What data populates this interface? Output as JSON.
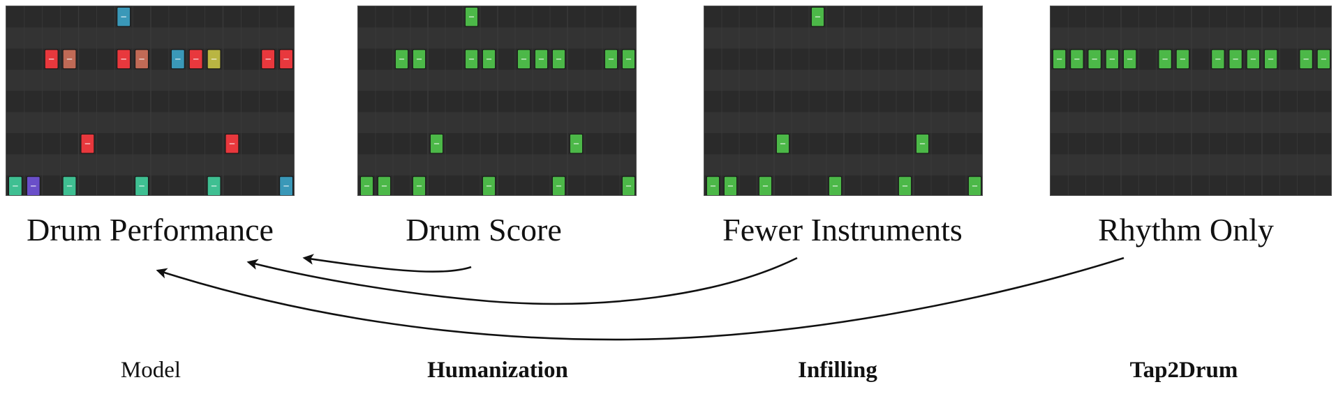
{
  "colors": {
    "panel_bg": "#2a2a2a",
    "row_light": "#333333",
    "grid_line": "#3a3a3a",
    "arrow": "#111111",
    "red": "#e8383d",
    "brown": "#c06a56",
    "teal": "#3fbf92",
    "blue": "#3a98b8",
    "purple": "#6a4fc9",
    "olive": "#b9b542",
    "green": "#4cb848"
  },
  "panels": [
    {
      "title": "Drum Performance",
      "notes": [
        {
          "row": 0,
          "col": 6,
          "color": "blue"
        },
        {
          "row": 2,
          "col": 2,
          "color": "red"
        },
        {
          "row": 2,
          "col": 3,
          "color": "brown"
        },
        {
          "row": 2,
          "col": 6,
          "color": "red"
        },
        {
          "row": 2,
          "col": 7,
          "color": "brown"
        },
        {
          "row": 2,
          "col": 9,
          "color": "blue"
        },
        {
          "row": 2,
          "col": 10,
          "color": "red"
        },
        {
          "row": 2,
          "col": 11,
          "color": "olive"
        },
        {
          "row": 2,
          "col": 14,
          "color": "red"
        },
        {
          "row": 2,
          "col": 15,
          "color": "red"
        },
        {
          "row": 6,
          "col": 4,
          "color": "red"
        },
        {
          "row": 6,
          "col": 12,
          "color": "red"
        },
        {
          "row": 8,
          "col": 0,
          "color": "teal"
        },
        {
          "row": 8,
          "col": 1,
          "color": "purple"
        },
        {
          "row": 8,
          "col": 3,
          "color": "teal"
        },
        {
          "row": 8,
          "col": 7,
          "color": "teal"
        },
        {
          "row": 8,
          "col": 11,
          "color": "teal"
        },
        {
          "row": 8,
          "col": 15,
          "color": "blue"
        }
      ]
    },
    {
      "title": "Drum Score",
      "notes": [
        {
          "row": 0,
          "col": 6,
          "color": "green"
        },
        {
          "row": 2,
          "col": 2,
          "color": "green"
        },
        {
          "row": 2,
          "col": 3,
          "color": "green"
        },
        {
          "row": 2,
          "col": 6,
          "color": "green"
        },
        {
          "row": 2,
          "col": 7,
          "color": "green"
        },
        {
          "row": 2,
          "col": 9,
          "color": "green"
        },
        {
          "row": 2,
          "col": 10,
          "color": "green"
        },
        {
          "row": 2,
          "col": 11,
          "color": "green"
        },
        {
          "row": 2,
          "col": 14,
          "color": "green"
        },
        {
          "row": 2,
          "col": 15,
          "color": "green"
        },
        {
          "row": 6,
          "col": 4,
          "color": "green"
        },
        {
          "row": 6,
          "col": 12,
          "color": "green"
        },
        {
          "row": 8,
          "col": 0,
          "color": "green"
        },
        {
          "row": 8,
          "col": 1,
          "color": "green"
        },
        {
          "row": 8,
          "col": 3,
          "color": "green"
        },
        {
          "row": 8,
          "col": 7,
          "color": "green"
        },
        {
          "row": 8,
          "col": 11,
          "color": "green"
        },
        {
          "row": 8,
          "col": 15,
          "color": "green"
        }
      ]
    },
    {
      "title": "Fewer Instruments",
      "notes": [
        {
          "row": 0,
          "col": 6,
          "color": "green"
        },
        {
          "row": 6,
          "col": 4,
          "color": "green"
        },
        {
          "row": 6,
          "col": 12,
          "color": "green"
        },
        {
          "row": 8,
          "col": 0,
          "color": "green"
        },
        {
          "row": 8,
          "col": 1,
          "color": "green"
        },
        {
          "row": 8,
          "col": 3,
          "color": "green"
        },
        {
          "row": 8,
          "col": 7,
          "color": "green"
        },
        {
          "row": 8,
          "col": 11,
          "color": "green"
        },
        {
          "row": 8,
          "col": 15,
          "color": "green"
        }
      ]
    },
    {
      "title": "Rhythm Only",
      "notes": [
        {
          "row": 2,
          "col": 0,
          "color": "green"
        },
        {
          "row": 2,
          "col": 1,
          "color": "green"
        },
        {
          "row": 2,
          "col": 2,
          "color": "green"
        },
        {
          "row": 2,
          "col": 3,
          "color": "green"
        },
        {
          "row": 2,
          "col": 4,
          "color": "green"
        },
        {
          "row": 2,
          "col": 6,
          "color": "green"
        },
        {
          "row": 2,
          "col": 7,
          "color": "green"
        },
        {
          "row": 2,
          "col": 9,
          "color": "green"
        },
        {
          "row": 2,
          "col": 10,
          "color": "green"
        },
        {
          "row": 2,
          "col": 11,
          "color": "green"
        },
        {
          "row": 2,
          "col": 12,
          "color": "green"
        },
        {
          "row": 2,
          "col": 14,
          "color": "green"
        },
        {
          "row": 2,
          "col": 15,
          "color": "green"
        }
      ]
    }
  ],
  "tasks": {
    "model": "Model",
    "humanization": "Humanization",
    "infilling": "Infilling",
    "tap2drum": "Tap2Drum"
  }
}
